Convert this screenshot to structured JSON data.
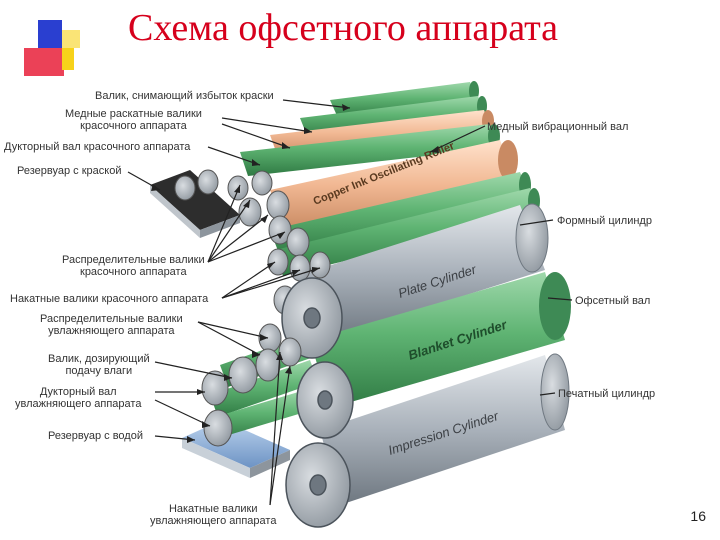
{
  "slide": {
    "title": "Схема офсетного аппарата",
    "page_number": "16",
    "labels": {
      "remove_excess_ink": "Валик, снимающий избыток краски",
      "copper_ink_rollers": "Медные раскатные валики\nкрасочного аппарата",
      "ink_ductor": "Дукторный вал красочного аппарата",
      "ink_reservoir": "Резервуар с краской",
      "ink_distributors": "Распределительные валики\nкрасочного аппарата",
      "ink_form_rollers": "Накатные валики красочного аппарата",
      "damp_distributors": "Распределительные валики\nувлажняющего аппарата",
      "damp_metering": "Валик, дозирующий\nподачу влаги",
      "damp_ductor": "Дукторный вал\nувлажняющего аппарата",
      "water_reservoir": "Резервуар с водой",
      "damp_form_rollers": "Накатные валики\nувлажняющего аппарата",
      "copper_vibrator": "Медный вибрационный вал",
      "plate_cylinder": "Формный цилиндр",
      "blanket_cylinder": "Офсетный вал",
      "impression_cylinder": "Печатный цилиндр"
    },
    "roller_text": {
      "copper": "Copper Ink Oscillating Roller",
      "plate": "Plate Cylinder",
      "blanket": "Blanket Cylinder",
      "impression": "Impression Cylinder"
    },
    "colors": {
      "title": "#d6001c",
      "green_roller": "#5fb473",
      "copper_roller": "#f1b893",
      "steel_cylinder": "#9aa3ad",
      "water_tray": "#7ea7d6",
      "logo_blue": "#2a3fd0",
      "logo_red": "#e8203a",
      "logo_yellow": "#f7d21a"
    }
  }
}
